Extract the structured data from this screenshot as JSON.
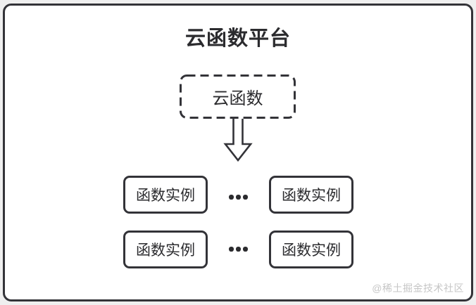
{
  "diagram": {
    "title": "云函数平台",
    "cloud_function": {
      "label": "云函数"
    },
    "instance_rows": [
      {
        "left": "函数实例",
        "right": "函数实例"
      },
      {
        "left": "函数实例",
        "right": "函数实例"
      }
    ],
    "icons": {
      "down_arrow": "hollow downward arrow from cloud function to instances",
      "ellipsis": "•••"
    },
    "colors": {
      "stroke": "#333338",
      "text": "#2b2b2e",
      "surface": "#ffffff",
      "page_background": "#efefef",
      "watermark_text": "#c6c6c6"
    },
    "watermark": "@稀土掘金技术社区"
  }
}
